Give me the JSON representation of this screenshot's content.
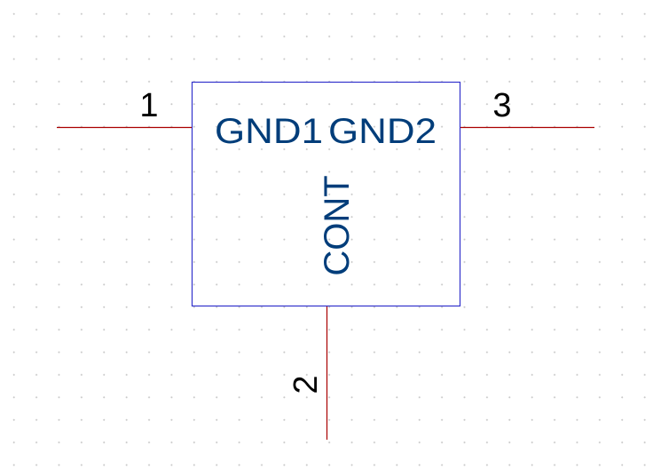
{
  "component": {
    "body_color": "#3333cc",
    "wire_color": "#aa0000",
    "label_color": "#003d7a",
    "pins": [
      {
        "number": "1",
        "name": "GND1",
        "side": "left"
      },
      {
        "number": "2",
        "name": "CONT",
        "side": "bottom"
      },
      {
        "number": "3",
        "name": "GND2",
        "side": "right"
      }
    ]
  }
}
